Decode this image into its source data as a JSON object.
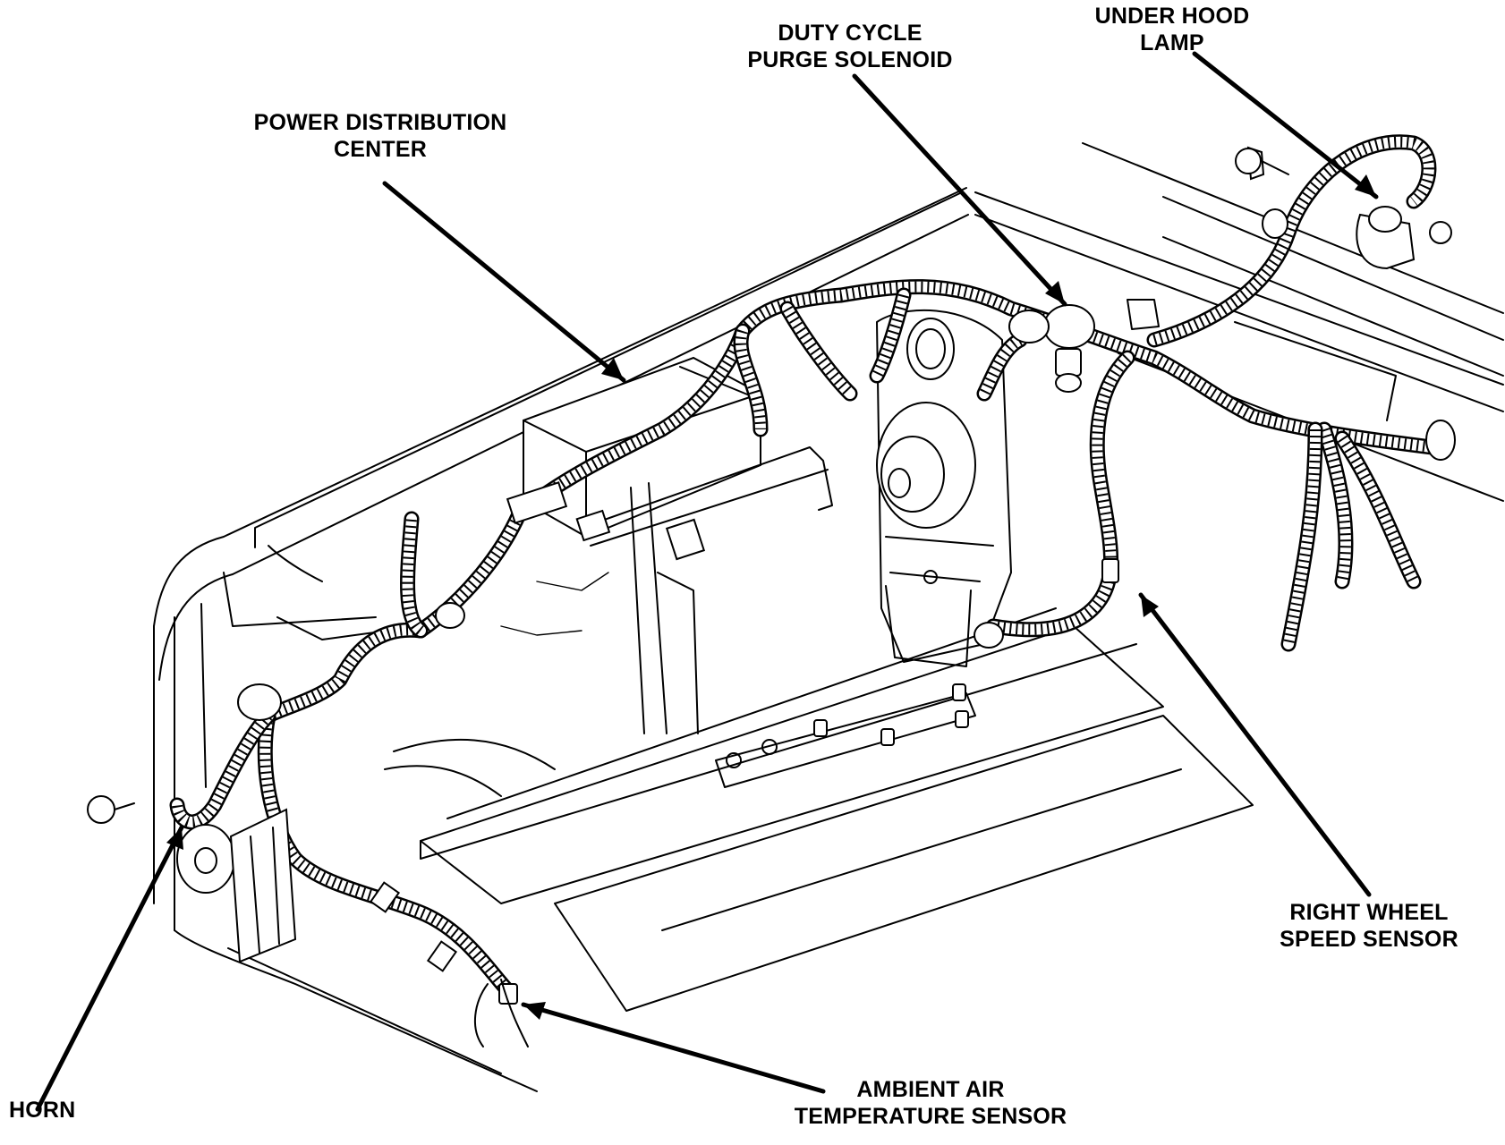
{
  "figure": {
    "callouts": {
      "power_distribution_center": {
        "line1": "POWER DISTRIBUTION",
        "line2": "CENTER"
      },
      "duty_cycle_purge_solenoid": {
        "line1": "DUTY CYCLE",
        "line2": "PURGE SOLENOID"
      },
      "under_hood_lamp": {
        "line1": "UNDER HOOD",
        "line2": "LAMP"
      },
      "right_wheel_speed_sensor": {
        "line1": "RIGHT WHEEL",
        "line2": "SPEED SENSOR"
      },
      "ambient_air_temperature_sensor": {
        "line1": "AMBIENT AIR",
        "line2": "TEMPERATURE SENSOR"
      },
      "horn": {
        "line1": "HORN"
      }
    },
    "colors": {
      "ink": "#000000",
      "paper": "#ffffff"
    }
  }
}
